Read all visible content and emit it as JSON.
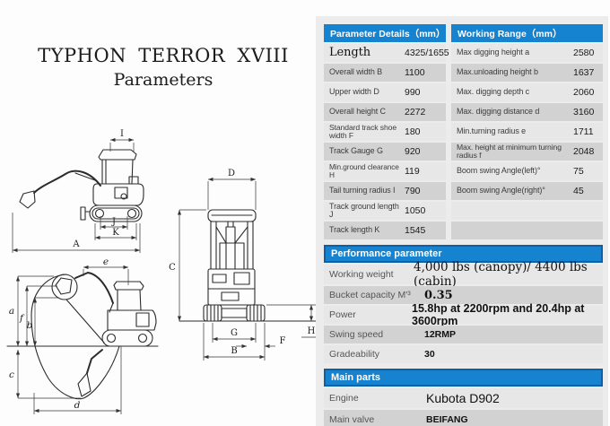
{
  "title": {
    "line1": "TYPHON TERROR XVIII",
    "line2": "Parameters"
  },
  "colors": {
    "page_bg": "#fdfdfd",
    "panel_bg": "#ececec",
    "header_blue": "#1583cf",
    "header_blue_dark": "#0c60a8",
    "header_text": "#ffffff",
    "row_light": "#e7e7e7",
    "row_dark": "#d2d2d2",
    "text": "#2f2f2f"
  },
  "tables": {
    "parameter_details": {
      "header": "Parameter Details（mm）",
      "rows": [
        {
          "label": "Length",
          "value": "4325/1655"
        },
        {
          "label": "Overall width B",
          "value": "1100"
        },
        {
          "label": "Upper width D",
          "value": "990"
        },
        {
          "label": "Overall height C",
          "value": "2272"
        },
        {
          "label": "Standard track shoe width F",
          "value": "180"
        },
        {
          "label": "Track Gauge G",
          "value": "920"
        },
        {
          "label": "Min.ground clearance H",
          "value": "119"
        },
        {
          "label": "Tail turning radius I",
          "value": "790"
        },
        {
          "label": "Track ground length J",
          "value": "1050"
        },
        {
          "label": "Track length K",
          "value": "1545"
        }
      ]
    },
    "working_range": {
      "header": "Working Range（mm）",
      "rows": [
        {
          "label": "Max digging height a",
          "value": "2580"
        },
        {
          "label": "Max.unloading height b",
          "value": "1637"
        },
        {
          "label": "Max. digging depth c",
          "value": "2060"
        },
        {
          "label": "Max. digging distance d",
          "value": "3160"
        },
        {
          "label": "Min.turning radius e",
          "value": "1711"
        },
        {
          "label": "Max. height at minimum turning radius f",
          "value": "2048"
        },
        {
          "label": "Boom swing Angle(left)°",
          "value": "75"
        },
        {
          "label": "Boom swing Angle(right)°",
          "value": "45"
        },
        {
          "label": "",
          "value": ""
        },
        {
          "label": "",
          "value": ""
        }
      ]
    },
    "performance": {
      "header": "Performance parameter",
      "rows": [
        {
          "label": "Working weight",
          "value": "4,000 lbs (canopy)/ 4400 lbs (cabin)"
        },
        {
          "label": "Bucket capacity M'³",
          "value": "0.35"
        },
        {
          "label": "Power",
          "value": "15.8hp at 2200rpm and 20.4hp at 3600rpm"
        },
        {
          "label": "Swing speed",
          "value": "12RMP"
        },
        {
          "label": "Gradeability",
          "value": "30"
        }
      ]
    },
    "main_parts": {
      "header": "Main parts",
      "rows": [
        {
          "label": "Engine",
          "value": "Kubota D902"
        },
        {
          "label": "Main valve",
          "value": "BEIFANG"
        }
      ]
    }
  },
  "diagrams": {
    "side": {
      "i": "I",
      "j": "J",
      "k": "K",
      "a": "A"
    },
    "range": {
      "e": "e",
      "a": "a",
      "f": "f",
      "b": "b",
      "c": "c",
      "d": "d"
    },
    "rear": {
      "d": "D",
      "c": "C",
      "g": "G",
      "b": "B",
      "h": "H",
      "f": "F"
    }
  }
}
